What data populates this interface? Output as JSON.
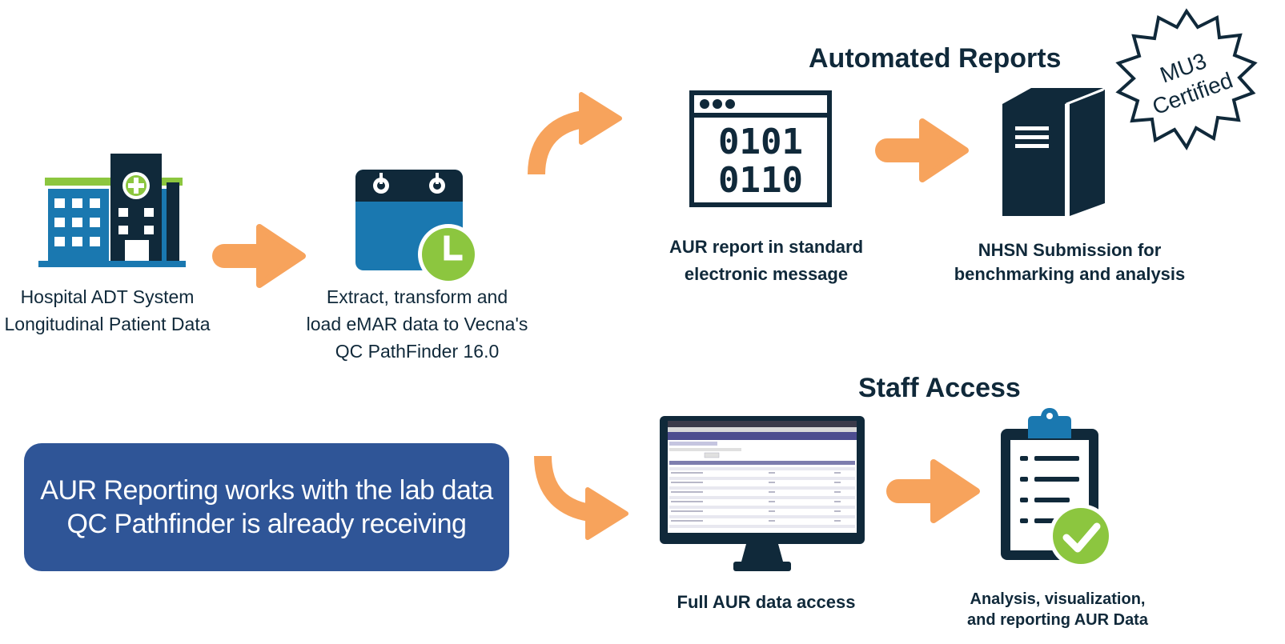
{
  "headings": {
    "automated_reports": "Automated Reports",
    "staff_access": "Staff Access"
  },
  "badge": {
    "line1": "MU3",
    "line2": "Certified"
  },
  "steps": {
    "hospital": {
      "line1": "Hospital ADT System",
      "line2": "Longitudinal Patient Data",
      "icon": "hospital-icon"
    },
    "etl": {
      "line1": "Extract, transform and",
      "line2": "load eMAR data to Vecna's",
      "line3": "QC PathFinder  16.0",
      "icon": "calendar-clock-icon"
    },
    "aur_report": {
      "line1": "AUR report in standard",
      "line2": "electronic message",
      "icon": "binary-window-icon"
    },
    "nhsn": {
      "line1": "NHSN Submission for",
      "line2": "benchmarking and analysis",
      "icon": "server-icon"
    },
    "full_access": {
      "line1": "Full AUR data access",
      "icon": "monitor-icon"
    },
    "analysis": {
      "line1": "Analysis, visualization,",
      "line2": "and reporting AUR Data",
      "icon": "clipboard-check-icon"
    }
  },
  "callout": {
    "line1": "AUR Reporting works with the lab data",
    "line2": "QC Pathfinder is already receiving"
  },
  "colors": {
    "navy": "#10293a",
    "teal_blue": "#1a78b0",
    "green": "#8cc63f",
    "orange": "#f7a35c",
    "callout_blue": "#2f5597"
  }
}
